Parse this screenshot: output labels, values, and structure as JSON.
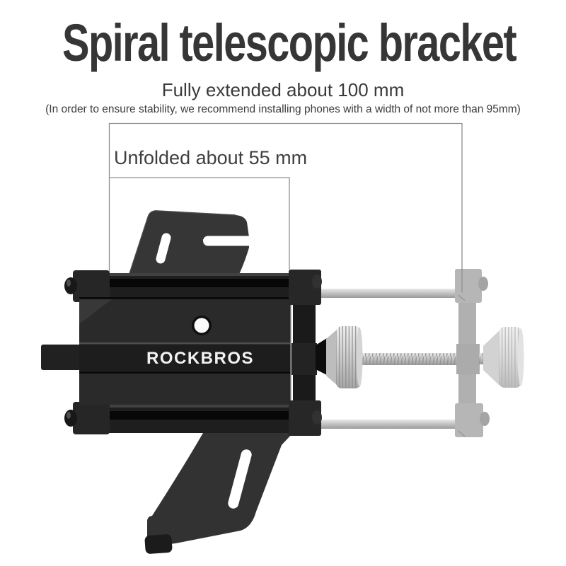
{
  "header": {
    "title": "Spiral telescopic bracket",
    "subtitle": "Fully extended about 100 mm",
    "note": "(In order to ensure stability, we recommend installing phones with a width of not more than 95mm)"
  },
  "annotation": {
    "unfolded_label": "Unfolded about 55 mm"
  },
  "product": {
    "brand": "ROCKBROS"
  },
  "values": {
    "fully_extended_mm": 100,
    "unfolded_mm": 55,
    "recommended_max_phone_width_mm": 95
  },
  "colors": {
    "background": "#ffffff",
    "heading_text": "#363636",
    "body_text": "#3a3a3a",
    "dimension_line": "#8f8f8f",
    "bracket_black": "#2a2a2a",
    "ghost_gray": "#b3b3b3",
    "silver": "#c9c9c9",
    "brand_text": "#f2f2f2"
  }
}
